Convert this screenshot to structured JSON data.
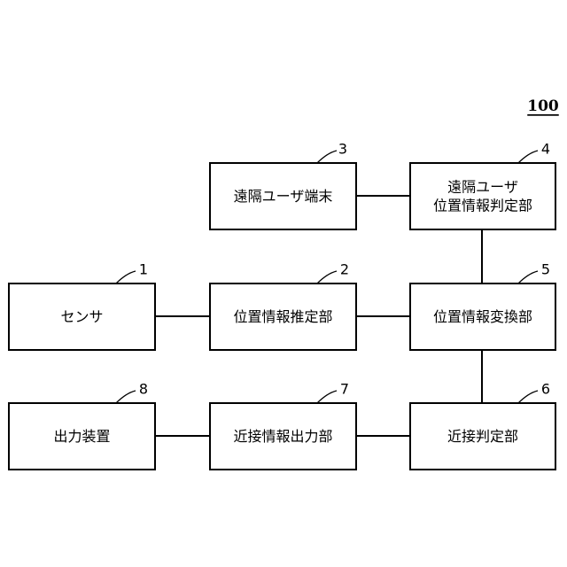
{
  "figure_ref": "100",
  "blocks": {
    "remote_user_terminal": {
      "label": "遠隔ユーザ端末",
      "ref": "3"
    },
    "remote_user_position_judgment": {
      "label_line1": "遠隔ユーザ",
      "label_line2": "位置情報判定部",
      "ref": "4"
    },
    "sensor": {
      "label": "センサ",
      "ref": "1"
    },
    "position_estimation": {
      "label": "位置情報推定部",
      "ref": "2"
    },
    "position_conversion": {
      "label": "位置情報変換部",
      "ref": "5"
    },
    "output_device": {
      "label": "出力装置",
      "ref": "8"
    },
    "proximity_output": {
      "label": "近接情報出力部",
      "ref": "7"
    },
    "proximity_judgment": {
      "label": "近接判定部",
      "ref": "6"
    }
  }
}
